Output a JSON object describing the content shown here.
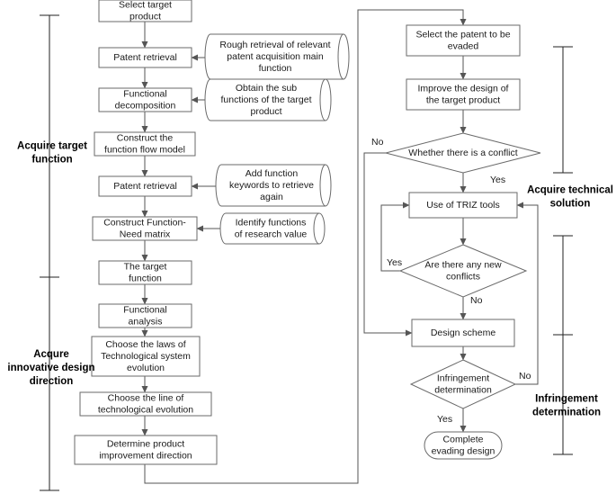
{
  "left_column": {
    "select_target": [
      "Select target",
      "product"
    ],
    "patent_retrieval_1": [
      "Patent retrieval"
    ],
    "functional_decomposition": [
      "Functional",
      "decomposition"
    ],
    "construct_flow_model": [
      "Construct the",
      "function flow model"
    ],
    "patent_retrieval_2": [
      "Patent retrieval"
    ],
    "construct_matrix": [
      "Construct Function-",
      "Need matrix"
    ],
    "target_function": [
      "The target",
      "function"
    ],
    "functional_analysis": [
      "Functional",
      "analysis"
    ],
    "choose_laws": [
      "Choose the laws of",
      "Technological system",
      "evolution"
    ],
    "choose_line": [
      "Choose the line of",
      "technological evolution"
    ],
    "determine_direction": [
      "Determine product",
      "improvement direction"
    ]
  },
  "side_notes": {
    "rough_retrieval": [
      "Rough retrieval of relevant",
      "patent acquisition main",
      "function"
    ],
    "obtain_sub": [
      "Obtain the sub",
      "functions of the target",
      "product"
    ],
    "add_keywords": [
      "Add function",
      "keywords to retrieve",
      "again"
    ],
    "identify_functions": [
      "Identify functions",
      "of research value"
    ]
  },
  "right_column": {
    "select_patent": [
      "Select the patent to be",
      "evaded"
    ],
    "improve_design": [
      "Improve the design of",
      "the target product"
    ],
    "conflict_decision": [
      "Whether there is a conflict"
    ],
    "triz_tools": [
      "Use of TRIZ tools"
    ],
    "new_conflicts": [
      "Are there any new",
      "conflicts"
    ],
    "design_scheme": [
      "Design scheme"
    ],
    "infringement_decision": [
      "Infringement",
      "determination"
    ],
    "complete": [
      "Complete",
      "evading design"
    ]
  },
  "branch_labels": {
    "conflict_no": "No",
    "conflict_yes": "Yes",
    "new_conflicts_yes": "Yes",
    "new_conflicts_no": "No",
    "infringement_no": "No",
    "infringement_yes": "Yes"
  },
  "phases": {
    "acquire_target_function": [
      "Acquire target",
      "function"
    ],
    "acquire_innovative_direction": [
      "Acqure",
      "innovative design",
      "direction"
    ],
    "acquire_technical_solution": [
      "Acquire technical",
      "solution"
    ],
    "infringement_determination": [
      "Infringement",
      "determination"
    ]
  },
  "colors": {
    "line": "#555555",
    "box_stroke": "#6a6a6a",
    "fill": "#ffffff",
    "text": "#1a1a1a"
  }
}
